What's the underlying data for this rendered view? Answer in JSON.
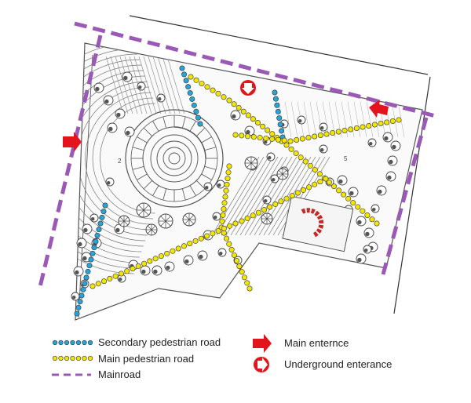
{
  "colors": {
    "mainroad": "#9b59b6",
    "secondary_path": "#29a3d6",
    "main_path": "#f2e600",
    "entrance": "#e3141b",
    "linework": "#555555"
  },
  "plan": {
    "plot_numbers": [
      "2",
      "5",
      "5"
    ]
  },
  "legend": {
    "secondary_path": "Secondary pedestrian road",
    "main_path": "Main pedestrian road",
    "mainroad": "Mainroad",
    "main_entrance": "Main enternce",
    "underground_entrance": "Underground enterance"
  },
  "icons": {
    "main_entrance": "red-arrow-icon",
    "underground_entrance": "red-circle-arrow-icon"
  }
}
